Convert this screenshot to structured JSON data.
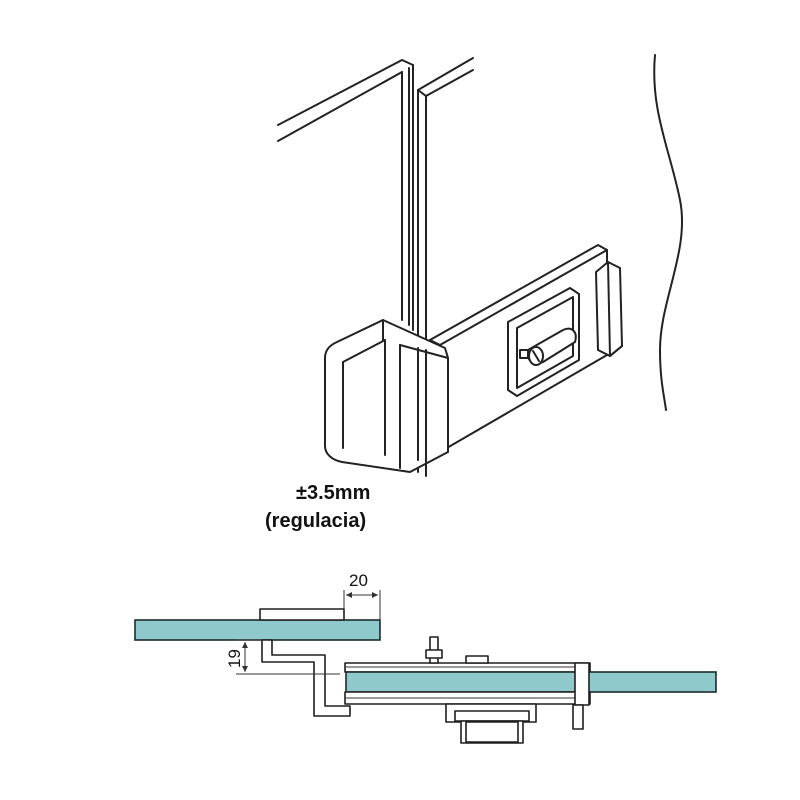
{
  "labels": {
    "tolerance": "±3.5mm",
    "note": "(regulacia)"
  },
  "dimensions": {
    "overlap": "20",
    "gap": "19"
  },
  "colors": {
    "glass": "#8fc9cc",
    "line": "#222222"
  }
}
